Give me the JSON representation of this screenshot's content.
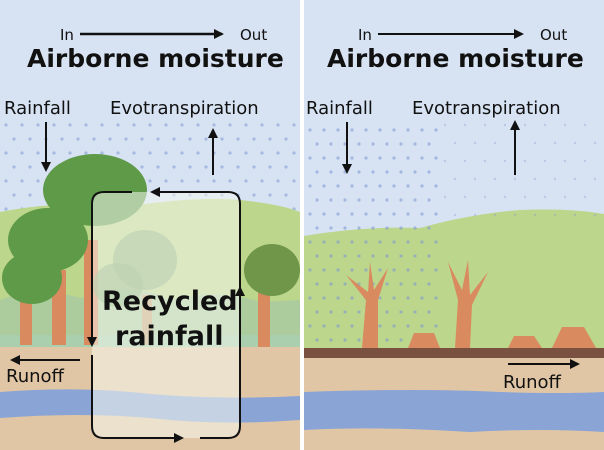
{
  "panels": [
    {
      "id": "forested",
      "header": {
        "in_label": "In",
        "out_label": "Out",
        "title": "Airborne moisture"
      },
      "rainfall_label": "Rainfall",
      "evotranspiration_label": "Evotranspiration",
      "recycled_label_line1": "Recycled",
      "recycled_label_line2": "rainfall",
      "runoff_label": "Runoff",
      "runoff_direction": "left"
    },
    {
      "id": "deforested",
      "header": {
        "in_label": "In",
        "out_label": "Out",
        "title": "Airborne moisture"
      },
      "rainfall_label": "Rainfall",
      "evotranspiration_label": "Evotranspiration",
      "runoff_label": "Runoff",
      "runoff_direction": "right"
    }
  ],
  "colors": {
    "sky": "#d7e3f3",
    "hill": "#bcd68c",
    "hill_light": "#cfe2a6",
    "tree_canopy": "#5f9a49",
    "trunk": "#d98a5e",
    "soil": "#e0c6a5",
    "topsoil_dark": "#7a5140",
    "water": "#8aa4d6",
    "raindrop": "#7e97d2",
    "recycle_box": "#f4f7ee"
  }
}
